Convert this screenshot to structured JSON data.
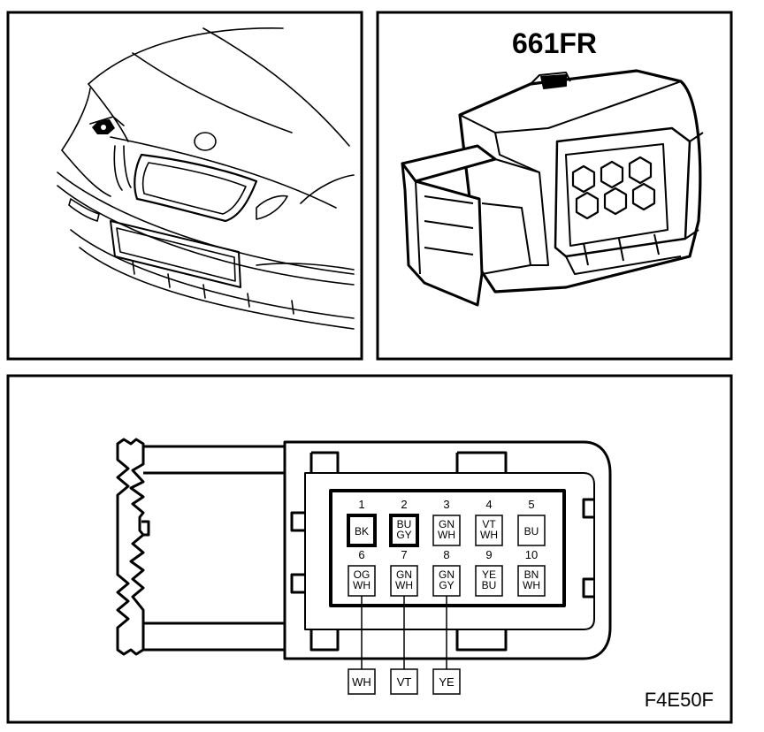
{
  "connector": {
    "title": "661FR",
    "figure_code": "F4E50F"
  },
  "pins": [
    {
      "num": "1",
      "colors": [
        "BK"
      ]
    },
    {
      "num": "2",
      "colors": [
        "BU",
        "GY"
      ]
    },
    {
      "num": "3",
      "colors": [
        "GN",
        "WH"
      ]
    },
    {
      "num": "4",
      "colors": [
        "VT",
        "WH"
      ]
    },
    {
      "num": "5",
      "colors": [
        "BU"
      ]
    },
    {
      "num": "6",
      "colors": [
        "OG",
        "WH"
      ]
    },
    {
      "num": "7",
      "colors": [
        "GN",
        "WH"
      ]
    },
    {
      "num": "8",
      "colors": [
        "GN",
        "GY"
      ]
    },
    {
      "num": "9",
      "colors": [
        "YE",
        "BU"
      ]
    },
    {
      "num": "10",
      "colors": [
        "BN",
        "WH"
      ]
    }
  ],
  "wires": [
    {
      "pin": "6",
      "label": "WH"
    },
    {
      "pin": "7",
      "label": "VT"
    },
    {
      "pin": "8",
      "label": "YE"
    }
  ]
}
